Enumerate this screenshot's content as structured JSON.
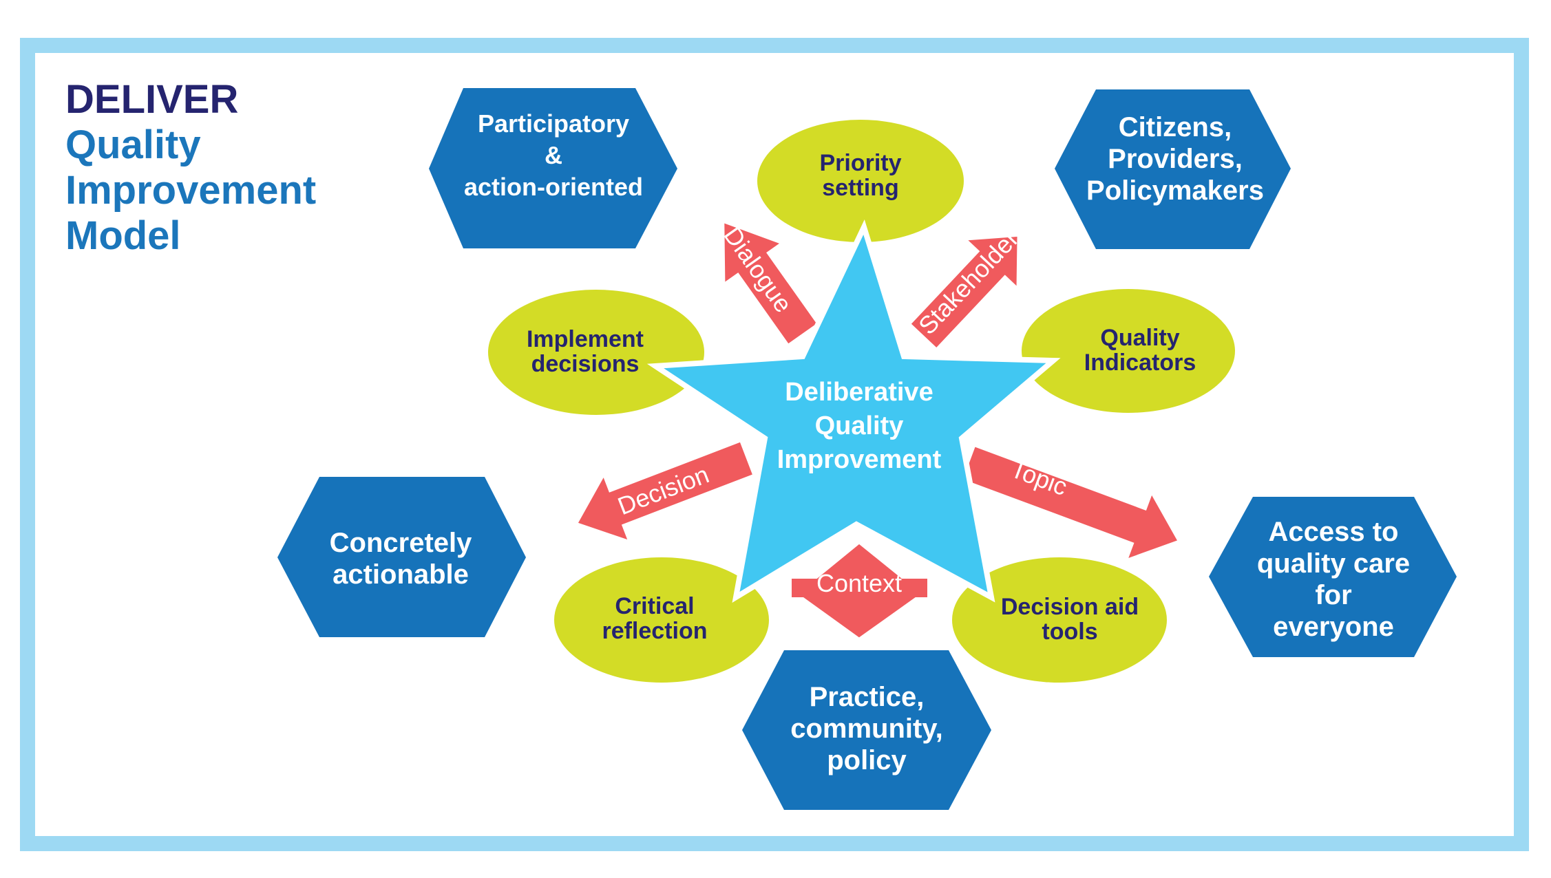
{
  "title": {
    "line1": "DELIVER",
    "line2": "Quality",
    "line3": "Improvement",
    "line4": "Model"
  },
  "colors": {
    "frame": "#9dd9f3",
    "hexagon": "#1673ba",
    "ellipse": "#d3dc26",
    "star": "#41c7f2",
    "arrow": "#f05a5d",
    "title_dark": "#25246f",
    "title_blue": "#1b76bb"
  },
  "center": {
    "lines": [
      "Deliberative",
      "Quality",
      "Improvement"
    ]
  },
  "hexagons": {
    "participatory": [
      "Participatory",
      "&",
      "action-oriented"
    ],
    "citizens": [
      "Citizens,",
      "Providers,",
      "Policymakers"
    ],
    "concretely": [
      "Concretely",
      "actionable"
    ],
    "access": [
      "Access to",
      "quality care",
      "for",
      "everyone"
    ],
    "practice": [
      "Practice,",
      "community,",
      "policy"
    ]
  },
  "ellipses": {
    "priority": [
      "Priority",
      "setting"
    ],
    "implement": [
      "Implement",
      "decisions"
    ],
    "indicators": [
      "Quality",
      "Indicators"
    ],
    "reflection": [
      "Critical",
      "reflection"
    ],
    "decision_aid": [
      "Decision aid",
      "tools"
    ]
  },
  "arrows": {
    "dialogue": "Dialogue",
    "stakeholders": "Stakeholders",
    "decision": "Decision",
    "topic": "Topic",
    "context": "Context"
  }
}
